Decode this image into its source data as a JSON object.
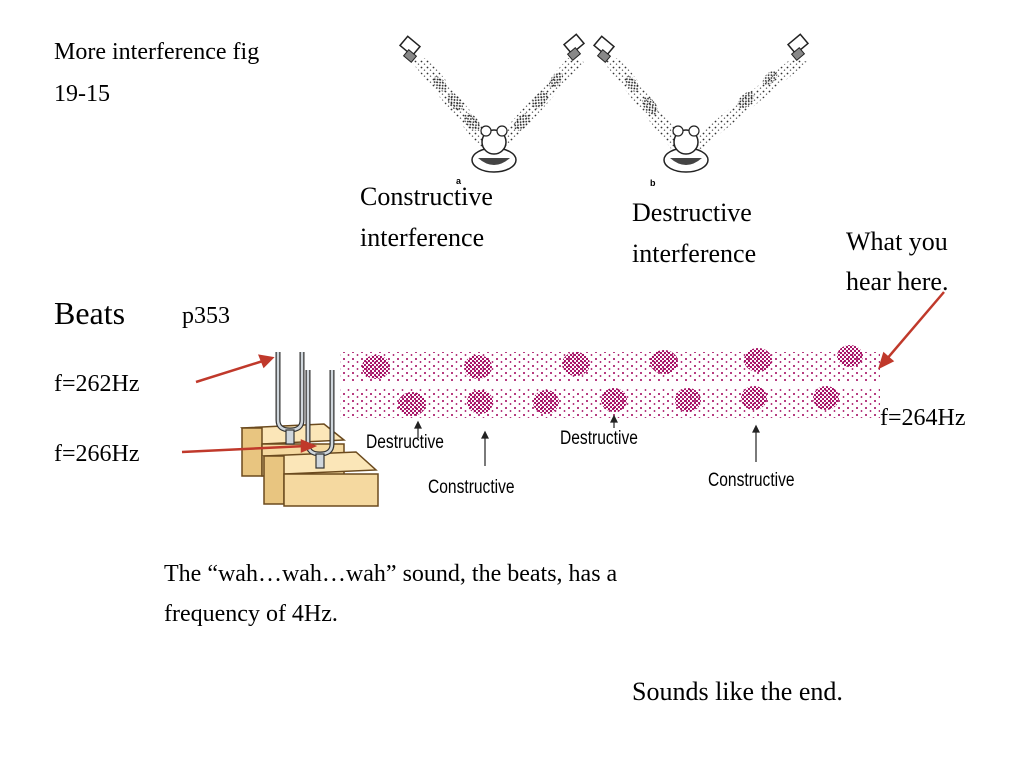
{
  "title": {
    "line1": "More interference fig",
    "line2": "19-15"
  },
  "figure_top": {
    "label_a": "a",
    "label_b": "b",
    "constructive": {
      "line1": "Constructive",
      "line2": "interference"
    },
    "destructive": {
      "line1": "Destructive",
      "line2": "interference"
    }
  },
  "hear": {
    "line1": "What you",
    "line2": "hear here."
  },
  "beats": {
    "heading": "Beats",
    "page": "p353"
  },
  "freqs": {
    "f1": "f=262Hz",
    "f2": "f=266Hz",
    "f_avg": "f=264Hz"
  },
  "beat_labels": {
    "destructive_1": "Destructive",
    "destructive_2": "Destructive",
    "constructive_1": "Constructive",
    "constructive_2": "Constructive"
  },
  "explanation": {
    "line1": "The “wah…wah…wah” sound, the beats, has a",
    "line2": "frequency of 4Hz."
  },
  "ending": "Sounds like the end.",
  "colors": {
    "arrow": "#c0392b",
    "sound_dots": "#a0005a",
    "wood": "#f5d9a0",
    "wood_edge": "#6b4a1e"
  }
}
